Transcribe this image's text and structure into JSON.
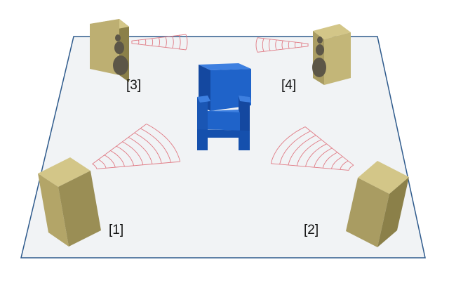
{
  "colors": {
    "floor_fill": "#f1f3f5",
    "floor_stroke": "#2e5a8c",
    "speaker_top": "#d3c688",
    "speaker_front": "#a99c62",
    "speaker_side": "#8b8049",
    "driver": "#5c5647",
    "wave": "#e07a84",
    "chair_front": "#1f63c9",
    "chair_side": "#1448a0",
    "chair_top": "#3d7fe0"
  },
  "icons": {
    "floor": "floor-plane",
    "chair": "armchair-icon",
    "speaker": "loudspeaker-icon",
    "waves": "sound-wave-icon"
  },
  "speakers": [
    {
      "id": "front-left",
      "label": "[1]"
    },
    {
      "id": "front-right",
      "label": "[2]"
    },
    {
      "id": "rear-left",
      "label": "[3]"
    },
    {
      "id": "rear-right",
      "label": "[4]"
    }
  ]
}
